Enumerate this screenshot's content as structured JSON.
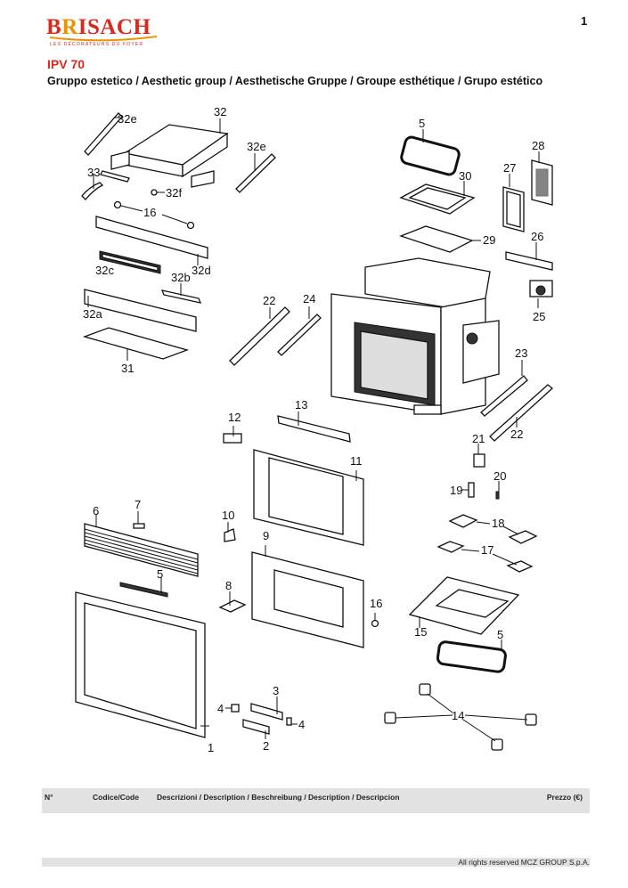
{
  "page_number": "1",
  "brand": {
    "name_prefix": "B",
    "name_accent": "R",
    "name_suffix": "ISACH",
    "tagline": "LES DÉCORATEURS DU FOYER",
    "primary_color": "#d52b1e",
    "accent_color": "#f29100"
  },
  "header": {
    "model": "IPV 70",
    "subtitle": "Gruppo estetico / Aesthetic group / Aesthetische Gruppe / Groupe esthétique / Grupo estético"
  },
  "diagram": {
    "callouts": [
      "1",
      "2",
      "3",
      "4",
      "4",
      "5",
      "5",
      "5",
      "6",
      "7",
      "8",
      "9",
      "10",
      "11",
      "12",
      "13",
      "14",
      "15",
      "16",
      "16",
      "17",
      "18",
      "19",
      "20",
      "21",
      "22",
      "22",
      "23",
      "24",
      "25",
      "26",
      "27",
      "28",
      "29",
      "30",
      "31",
      "32",
      "32a",
      "32b",
      "32c",
      "32d",
      "32e",
      "32e",
      "32f",
      "33"
    ]
  },
  "table": {
    "columns": [
      "N°",
      "Codice/Code",
      "Descrizioni / Description / Beschreibung / Description / Descripcion",
      "Prezzo (€)"
    ]
  },
  "footer": {
    "copyright": "All rights reserved MCZ GROUP S.p.A."
  }
}
